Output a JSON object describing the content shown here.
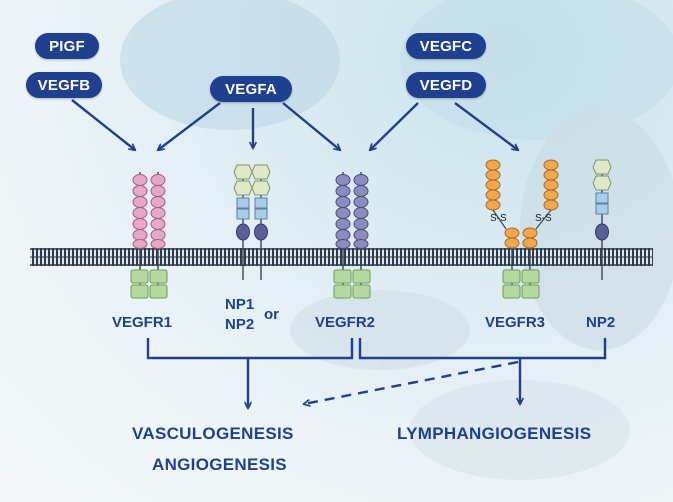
{
  "ligands": {
    "pigf": "PIGF",
    "vegfb": "VEGFB",
    "vegfa": "VEGFA",
    "vegfc": "VEGFC",
    "vegfd": "VEGFD"
  },
  "receptors": {
    "vegfr1": "VEGFR1",
    "np1": "NP1",
    "np2_alt": "NP2",
    "or": "or",
    "vegfr2": "VEGFR2",
    "vegfr3": "VEGFR3",
    "np2": "NP2",
    "disulfide_left": "S-S",
    "disulfide_right": "S-S"
  },
  "outcomes": {
    "vasculogenesis": "VASCULOGENESIS",
    "angiogenesis": "ANGIOGENESIS",
    "lymphangiogenesis": "LYMPHANGIOGENESIS"
  },
  "colors": {
    "navy": "#1f3f8f",
    "pink_domain": "#e8a6c8",
    "purple_domain": "#8c8cc0",
    "orange_domain": "#f0a850",
    "green_kinase": "#b6d9a0",
    "membrane": "#2f3a4a"
  }
}
